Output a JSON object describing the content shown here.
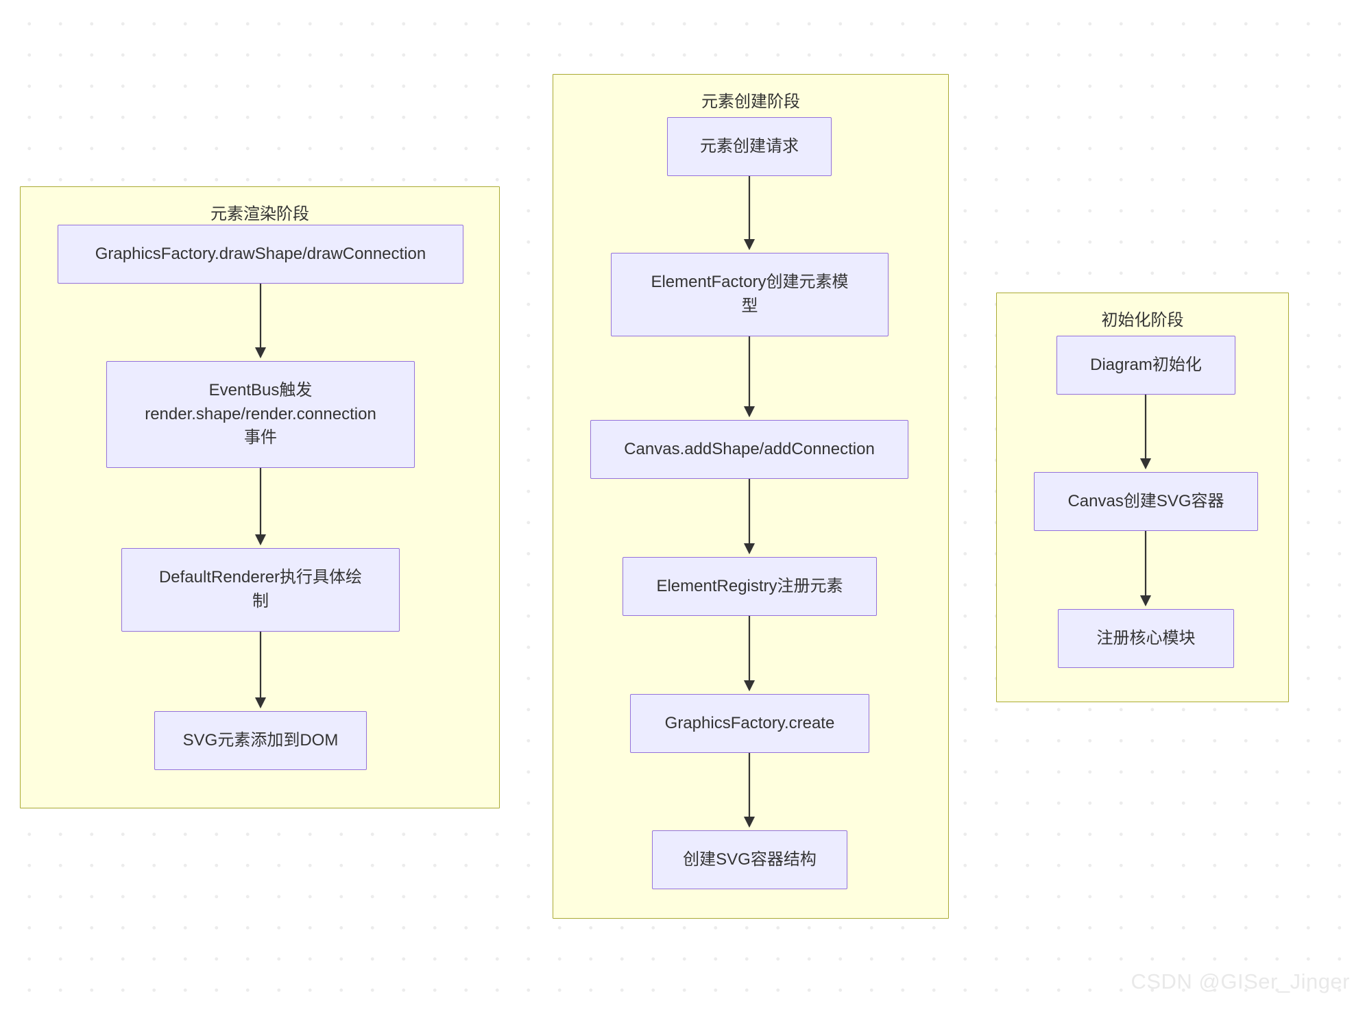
{
  "diagram": {
    "type": "flowchart",
    "direction": "top-to-bottom",
    "theme": {
      "background": "#ffffff",
      "dot_grid_color": "#ececec",
      "cluster_fill": "#ffffde",
      "cluster_stroke": "#aaaa33",
      "node_fill": "#ececff",
      "node_stroke": "#9370db",
      "edge_stroke": "#333333",
      "text_color": "#333333"
    },
    "clusters": [
      {
        "id": "render-phase",
        "title": "元素渲染阶段",
        "nodes": [
          {
            "id": "r1",
            "label": "GraphicsFactory.drawShape/drawConnection"
          },
          {
            "id": "r2",
            "label": "EventBus触发\nrender.shape/render.connection\n事件",
            "lines": [
              "EventBus触发",
              "render.shape/render.connection",
              "事件"
            ]
          },
          {
            "id": "r3",
            "label": "DefaultRenderer执行具体绘制",
            "lines": [
              "DefaultRenderer执行具体绘",
              "制"
            ]
          },
          {
            "id": "r4",
            "label": "SVG元素添加到DOM"
          }
        ],
        "edges": [
          {
            "from": "r1",
            "to": "r2"
          },
          {
            "from": "r2",
            "to": "r3"
          },
          {
            "from": "r3",
            "to": "r4"
          }
        ]
      },
      {
        "id": "create-phase",
        "title": "元素创建阶段",
        "nodes": [
          {
            "id": "c1",
            "label": "元素创建请求"
          },
          {
            "id": "c2",
            "label": "ElementFactory创建元素模型",
            "lines": [
              "ElementFactory创建元素模",
              "型"
            ]
          },
          {
            "id": "c3",
            "label": "Canvas.addShape/addConnection"
          },
          {
            "id": "c4",
            "label": "ElementRegistry注册元素"
          },
          {
            "id": "c5",
            "label": "GraphicsFactory.create"
          },
          {
            "id": "c6",
            "label": "创建SVG容器结构"
          }
        ],
        "edges": [
          {
            "from": "c1",
            "to": "c2"
          },
          {
            "from": "c2",
            "to": "c3"
          },
          {
            "from": "c3",
            "to": "c4"
          },
          {
            "from": "c4",
            "to": "c5"
          },
          {
            "from": "c5",
            "to": "c6"
          }
        ]
      },
      {
        "id": "init-phase",
        "title": "初始化阶段",
        "nodes": [
          {
            "id": "i1",
            "label": "Diagram初始化"
          },
          {
            "id": "i2",
            "label": "Canvas创建SVG容器"
          },
          {
            "id": "i3",
            "label": "注册核心模块"
          }
        ],
        "edges": [
          {
            "from": "i1",
            "to": "i2"
          },
          {
            "from": "i2",
            "to": "i3"
          }
        ]
      }
    ]
  },
  "watermark": {
    "text": "CSDN @GISer_Jinger"
  }
}
